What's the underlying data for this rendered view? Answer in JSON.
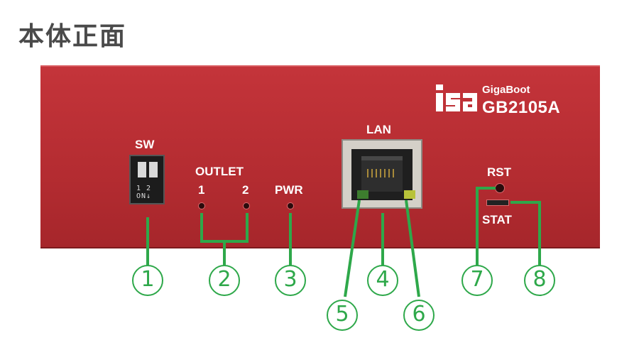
{
  "title": "本体正面",
  "device": {
    "brand_logo": "isa",
    "brand_name": "GigaBoot",
    "model": "GB2105A"
  },
  "labels": {
    "sw": "SW",
    "dip_numbers": "1 2",
    "dip_on": "ON↓",
    "outlet": "OUTLET",
    "outlet_1": "1",
    "outlet_2": "2",
    "pwr": "PWR",
    "lan": "LAN",
    "rst": "RST",
    "stat": "STAT"
  },
  "callouts": [
    "1",
    "2",
    "3",
    "4",
    "5",
    "6",
    "7",
    "8"
  ],
  "colors": {
    "panel": "#b42c31",
    "callout": "#2ea84a",
    "title": "#4a4a4a"
  }
}
